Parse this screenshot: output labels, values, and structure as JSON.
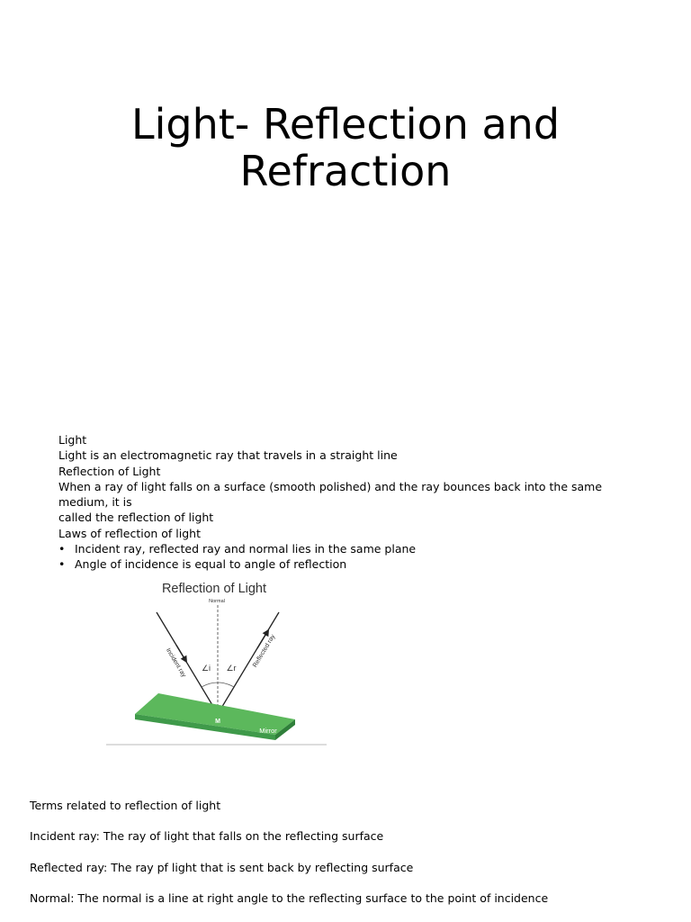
{
  "title": {
    "line1": "Light- Reflection and",
    "line2": "Refraction"
  },
  "notes": {
    "heading_light": "Light",
    "light_definition": "Light is an electromagnetic ray that travels in a straight line",
    "heading_reflection": "Reflection of Light",
    "reflection_definition_1": "When a ray of light falls on a surface (smooth polished) and the ray bounces back into the same medium, it is",
    "reflection_definition_2": "called the reflection of light",
    "heading_laws": "Laws of reflection of light",
    "laws": [
      "Incident ray, reflected ray and normal lies in the same plane",
      "Angle of incidence is equal to angle of reflection"
    ]
  },
  "figure": {
    "title": "Reflection of Light",
    "normal_label": "Normal",
    "incident_label": "Incident ray",
    "reflected_label": "Reflected ray",
    "angle_i_label": "∠i",
    "angle_r_label": "∠r",
    "point_label": "M",
    "mirror_label": "Mirror",
    "mirror_color": "#5cb85c"
  },
  "terms": {
    "heading": "Terms related to reflection of light",
    "incident_ray": "Incident ray: The ray of light that falls on the  reflecting surface",
    "reflected_ray": "Reflected ray: The ray pf light that is sent back by reflecting surface",
    "normal": "Normal: The normal is a line at right angle to the reflecting surface to the point of incidence"
  }
}
